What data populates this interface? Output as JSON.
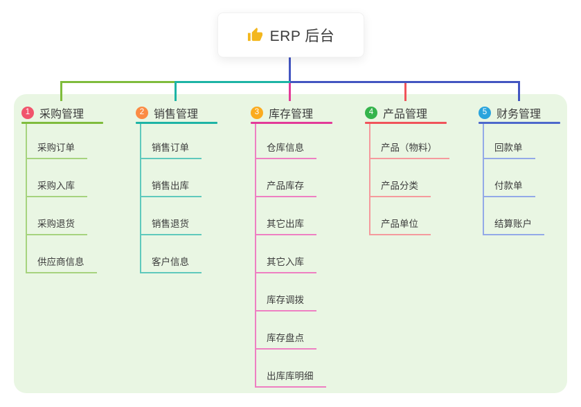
{
  "root": {
    "label": "ERP 后台",
    "icon": "thumbs-up-icon",
    "icon_color": "#f3b71e"
  },
  "branches": [
    {
      "badge": "1",
      "label": "采购管理",
      "badge_color": "#f1546c",
      "line_color": "#7fbc3c",
      "sub_line_color": "#a6d37e",
      "children": [
        "采购订单",
        "采购入库",
        "采购退货",
        "供应商信息"
      ]
    },
    {
      "badge": "2",
      "label": "销售管理",
      "badge_color": "#fb8b44",
      "line_color": "#1db4a5",
      "sub_line_color": "#5fc9bc",
      "children": [
        "销售订单",
        "销售出库",
        "销售退货",
        "客户信息"
      ]
    },
    {
      "badge": "3",
      "label": "库存管理",
      "badge_color": "#fbab1e",
      "line_color": "#e23a98",
      "sub_line_color": "#ee7fc2",
      "children": [
        "仓库信息",
        "产品库存",
        "其它出库",
        "其它入库",
        "库存调拨",
        "库存盘点",
        "出库库明细"
      ]
    },
    {
      "badge": "4",
      "label": "产品管理",
      "badge_color": "#35b44c",
      "line_color": "#f0535a",
      "sub_line_color": "#f59a9d",
      "children": [
        "产品（物料）",
        "产品分类",
        "产品单位"
      ]
    },
    {
      "badge": "5",
      "label": "财务管理",
      "badge_color": "#2aa4dd",
      "line_color": "#4d68cb",
      "sub_line_color": "#93a9e8",
      "children": [
        "回款单",
        "付款单",
        "结算账户"
      ]
    }
  ],
  "colors": {
    "panel_bg": "#e9f6e3",
    "connector_root": "#4355c1",
    "text": "#3c3c3c"
  }
}
